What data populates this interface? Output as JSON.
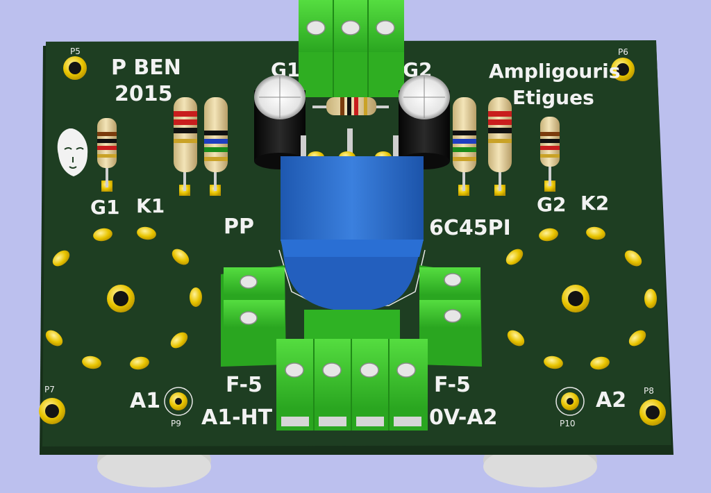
{
  "colors": {
    "background": "#bcc0ee",
    "board": "#1e3e22",
    "board_edge": "#17301a",
    "pad_gold": "#e8c400",
    "terminal_green": "#3ec62e",
    "relay_blue": "#2a6ed0",
    "silkscreen": "#f2f2f2"
  },
  "board": {
    "author_line1": "P BEN",
    "author_line2": "2015",
    "project_line1": "Ampligouris",
    "project_line2": "Etigues",
    "label_pp": "PP",
    "label_tube": "6C45PI",
    "label_g1_top": "G1",
    "label_g2_top": "G2",
    "label_g1": "G1",
    "label_k1": "K1",
    "label_g2": "G2",
    "label_k2": "K2",
    "label_a1": "A1",
    "label_a2": "A2",
    "label_f5_left": "F-5",
    "label_f5_right": "F-5",
    "label_a1_ht": "A1-HT",
    "label_0v_a2": "0V-A2",
    "pad_p5": "P5",
    "pad_p6": "P6",
    "pad_p7": "P7",
    "pad_p8": "P8",
    "pad_p9": "P9",
    "pad_p10": "P10"
  },
  "icons": {
    "logo": "buddha-head-icon",
    "mount_hole": "mounting-hole-icon"
  }
}
